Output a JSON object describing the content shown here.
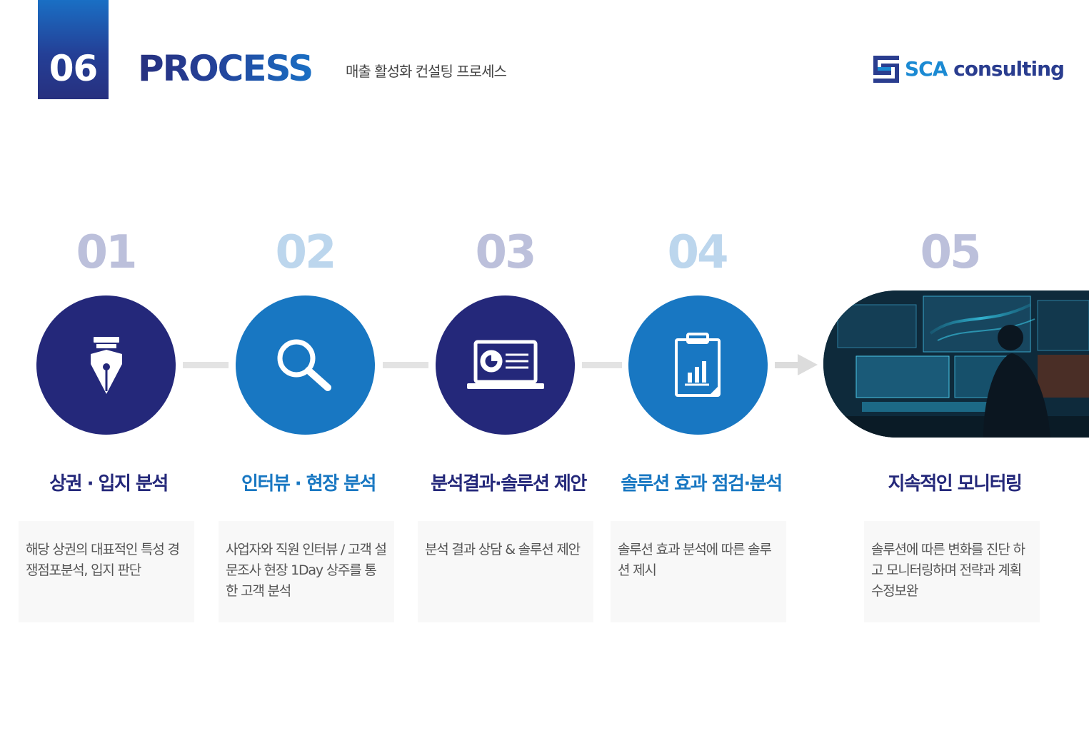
{
  "header": {
    "section_number": "06",
    "title": "PROCESS",
    "subtitle": "매출 활성화 컨설팅 프로세스"
  },
  "logo": {
    "brand": "SCA",
    "suffix": "consulting",
    "icon": "sca-logo-mark"
  },
  "colors": {
    "navy": "#24287a",
    "blue": "#1877c2",
    "number_light_purple": "#bcc0db",
    "number_light_blue": "#bcd6ed",
    "connector": "#e3e3e3"
  },
  "steps": [
    {
      "number": "01",
      "title": "상권 · 입지 분석",
      "description": "해당 상권의 대표적인 특성 경쟁점포분석, 입지 판단",
      "icon": "fountain-pen-icon"
    },
    {
      "number": "02",
      "title": "인터뷰 · 현장 분석",
      "description": "사업자와 직원 인터뷰 / 고객 설문조사 현장 1Day 상주를 통한 고객 분석",
      "icon": "magnifier-icon"
    },
    {
      "number": "03",
      "title": "분석결과·솔루션 제안",
      "description": "분석 결과 상담 & 솔루션 제안",
      "icon": "laptop-chart-icon"
    },
    {
      "number": "04",
      "title": "솔루션 효과 점검·분석",
      "description": "솔루션 효과 분석에 따른 솔루션 제시",
      "icon": "clipboard-chart-icon"
    },
    {
      "number": "05",
      "title": "지속적인 모니터링",
      "description": "솔루션에 따른 변화를 진단 하고 모니터링하며 전략과 계획 수정보완",
      "icon": "monitoring-photo"
    }
  ]
}
